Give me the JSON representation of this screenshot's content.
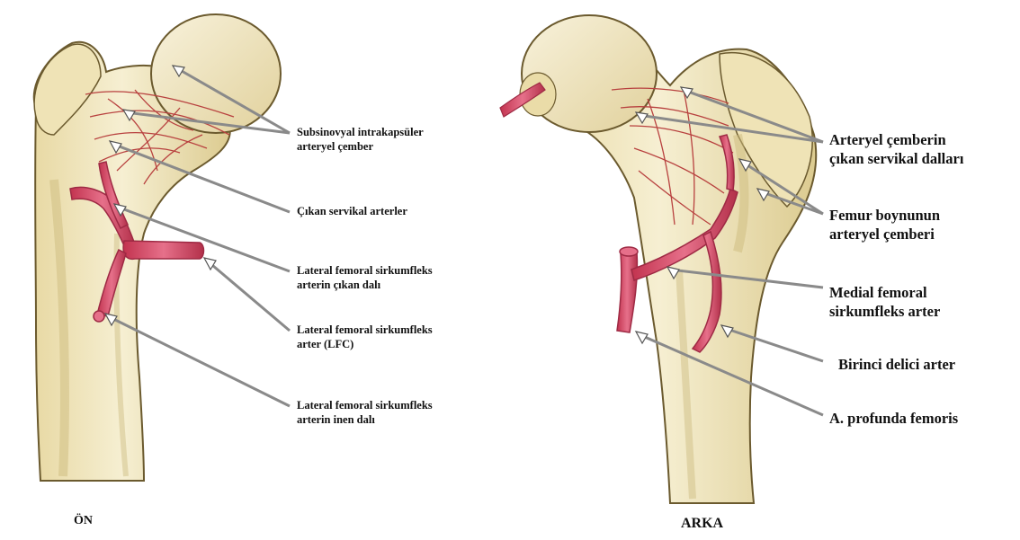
{
  "front_view": {
    "view_label": "ÖN",
    "labels": [
      {
        "line1": "Subsinovyal intrakapsüler",
        "line2": "arteryel çember"
      },
      {
        "line1": "Çıkan servikal arterler",
        "line2": ""
      },
      {
        "line1": "Lateral femoral sirkumfleks",
        "line2": "arterin çıkan dalı"
      },
      {
        "line1": "Lateral femoral sirkumfleks",
        "line2": "arter (LFC)"
      },
      {
        "line1": "Lateral femoral sirkumfleks",
        "line2": "arterin inen dalı"
      }
    ]
  },
  "back_view": {
    "view_label": "ARKA",
    "labels": [
      {
        "line1": "Arteryel çemberin",
        "line2": "çıkan servikal dalları"
      },
      {
        "line1": "Femur boynunun",
        "line2": "arteryel çemberi"
      },
      {
        "line1": "Medial femoral",
        "line2": "sirkumfleks arter"
      },
      {
        "line1": "Birinci delici arter",
        "line2": ""
      },
      {
        "line1": "A. profunda femoris",
        "line2": ""
      }
    ]
  },
  "colors": {
    "bone": "#f1e7c0",
    "bone_shade": "#d9c98f",
    "bone_edge": "#6b5a2e",
    "artery": "#d9536b",
    "artery_dark": "#9e2a44",
    "vessel_line": "#b8413f",
    "pointer_line": "#8a8a8a"
  }
}
